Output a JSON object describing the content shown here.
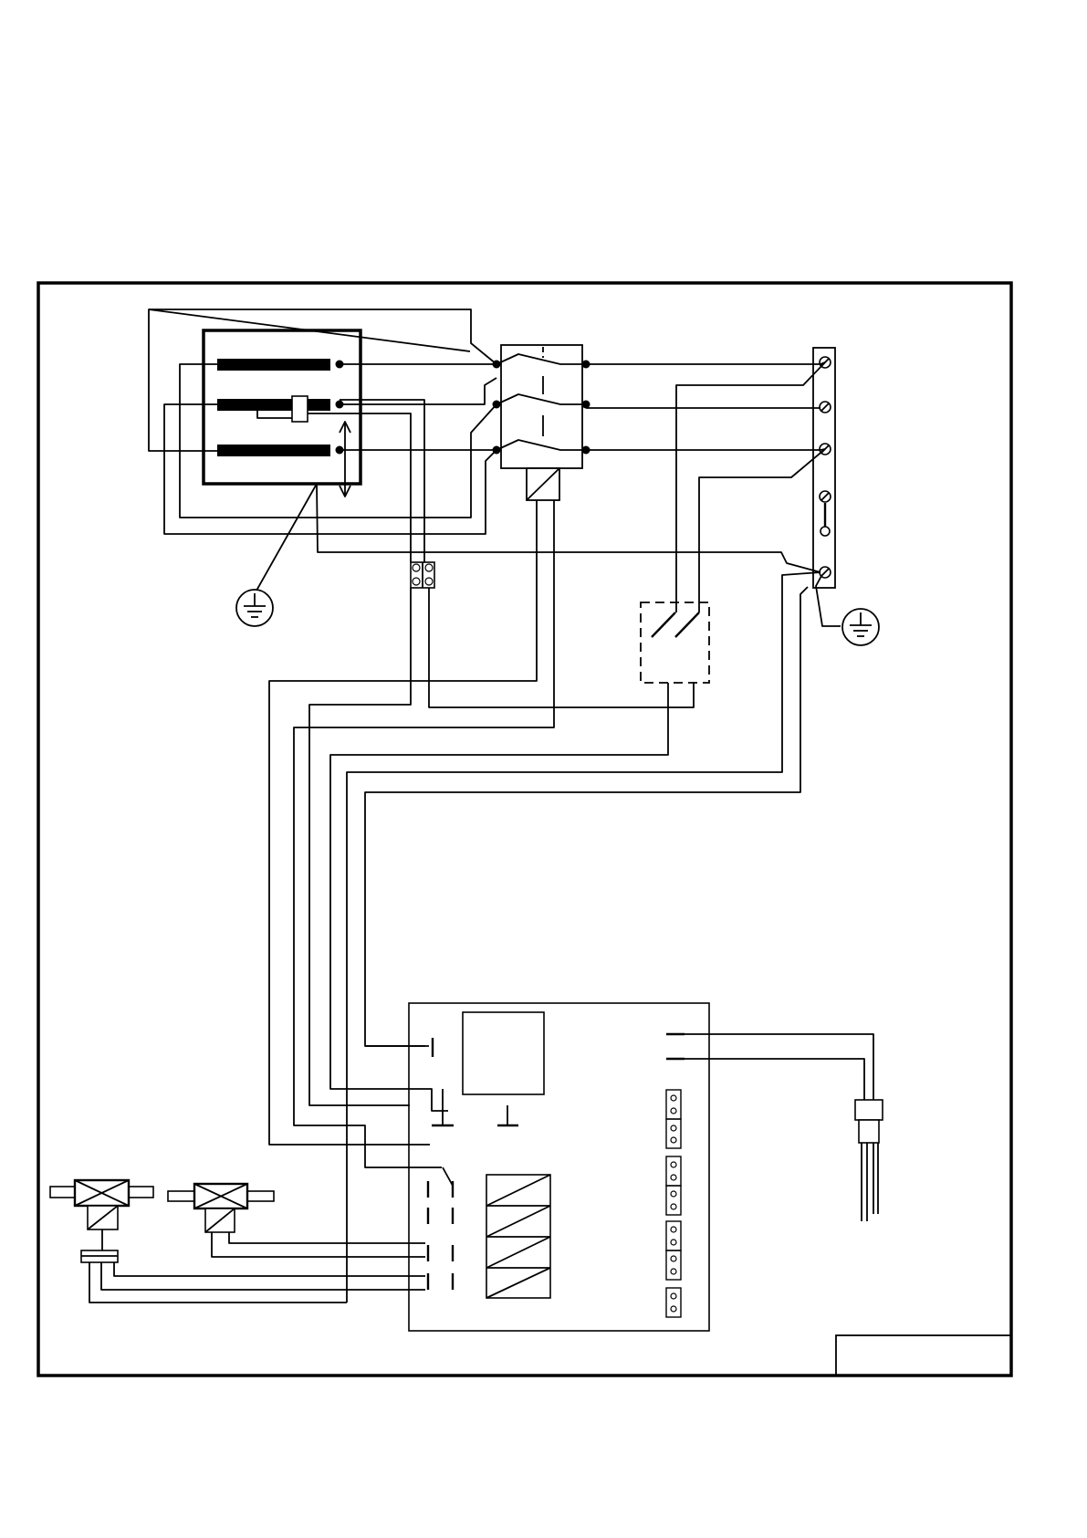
{
  "diagram": {
    "type": "electrical-wiring-schematic",
    "title_block_text": "",
    "colors": {
      "line": "#000000",
      "background": "#ffffff"
    },
    "components": [
      {
        "id": "heating-element-assembly",
        "icon": "resistor-bank-icon"
      },
      {
        "id": "main-contactor",
        "icon": "contactor-icon"
      },
      {
        "id": "power-terminal-block",
        "icon": "terminal-block-icon"
      },
      {
        "id": "ground-chassis",
        "icon": "ground-icon"
      },
      {
        "id": "ground-terminal",
        "icon": "ground-icon"
      },
      {
        "id": "double-terminal-connector",
        "icon": "terminal-connector-icon"
      },
      {
        "id": "thermal-cutout-switch",
        "icon": "switch-icon"
      },
      {
        "id": "control-board",
        "icon": "pcb-icon"
      },
      {
        "id": "level-probe",
        "icon": "probe-icon"
      },
      {
        "id": "solenoid-valve-1",
        "icon": "valve-icon"
      },
      {
        "id": "solenoid-valve-2",
        "icon": "valve-icon"
      },
      {
        "id": "title-block",
        "icon": "title-block-icon"
      }
    ]
  }
}
